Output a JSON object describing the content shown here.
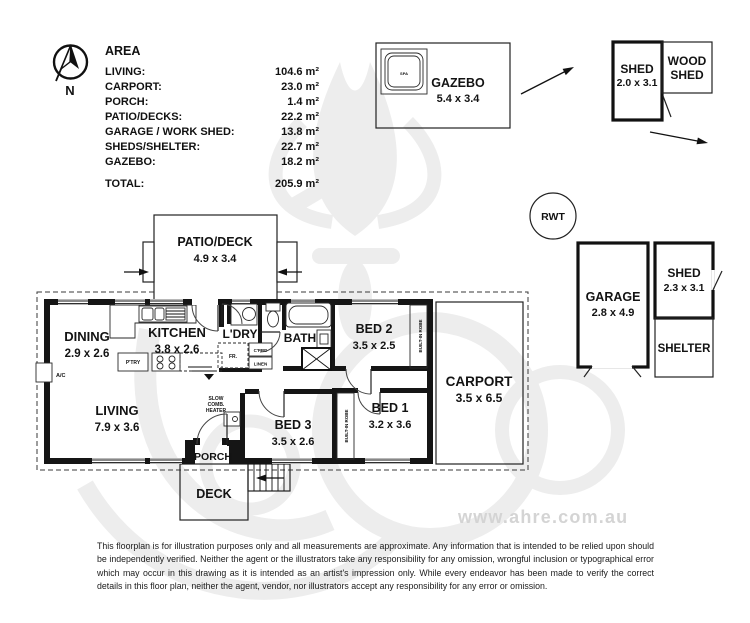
{
  "compass": {
    "north_label": "N"
  },
  "area_table": {
    "title": "AREA",
    "rows": [
      {
        "label": "LIVING:",
        "value": "104.6 m²"
      },
      {
        "label": "CARPORT:",
        "value": "23.0 m²"
      },
      {
        "label": "PORCH:",
        "value": "1.4 m²"
      },
      {
        "label": "PATIO/DECKS:",
        "value": "22.2 m²"
      },
      {
        "label": "GARAGE / WORK SHED:",
        "value": "13.8 m²"
      },
      {
        "label": "SHEDS/SHELTER:",
        "value": "22.7 m²"
      },
      {
        "label": "GAZEBO:",
        "value": "18.2 m²"
      }
    ],
    "total": {
      "label": "TOTAL:",
      "value": "205.9 m²"
    }
  },
  "outbuildings": {
    "gazebo": {
      "label": "GAZEBO",
      "dims": "5.4 x 3.4",
      "spa_label": "SPA"
    },
    "shed_top": {
      "label": "SHED",
      "dims": "2.0 x 3.1"
    },
    "wood_shed": {
      "line1": "WOOD",
      "line2": "SHED"
    },
    "rwt": {
      "label": "RWT"
    },
    "garage": {
      "label": "GARAGE",
      "dims": "2.8 x 4.9"
    },
    "shed_side": {
      "label": "SHED",
      "dims": "2.3 x 3.1"
    },
    "shelter": {
      "label": "SHELTER"
    }
  },
  "rooms": {
    "patio_deck": {
      "label": "PATIO/DECK",
      "dims": "4.9 x 3.4"
    },
    "dining": {
      "label": "DINING",
      "dims": "2.9 x 2.6"
    },
    "kitchen": {
      "label": "KITCHEN",
      "dims": "3.8 x 2.6"
    },
    "laundry": {
      "label": "L'DRY"
    },
    "bath": {
      "label": "BATH"
    },
    "bed2": {
      "label": "BED 2",
      "dims": "3.5 x 2.5"
    },
    "carport": {
      "label": "CARPORT",
      "dims": "3.5 x 6.5"
    },
    "living": {
      "label": "LIVING",
      "dims": "7.9 x 3.6"
    },
    "bed3": {
      "label": "BED 3",
      "dims": "3.5 x 2.6"
    },
    "bed1": {
      "label": "BED 1",
      "dims": "3.2 x 3.6"
    },
    "porch": {
      "label": "PORCH"
    },
    "deck": {
      "label": "DECK"
    }
  },
  "fixtures": {
    "pantry": "P'TRY",
    "fridge": "FR.",
    "cupboard": "C'PBD",
    "linen": "LINEN",
    "ac": "A/C",
    "robe": "BUILT-IN ROBE",
    "heater": [
      "SLOW",
      "COMB.",
      "HEATER"
    ]
  },
  "watermark": {
    "url_text": "www.ahre.com.au"
  },
  "disclaimer": "This floorplan is for illustration purposes only and all measurements are approximate. Any information that is intended to be relied upon should be independently verified. Neither the agent or the illustrators take any responsibility for any omission, wrongful inclusion or typographical error which may occur in this drawing as it is intended as an artist's impression only. While every endeavor has been made to verify the correct details in this floor plan, neither the agent, vendor, nor illustrators accept any responsibility for any error or omission."
}
